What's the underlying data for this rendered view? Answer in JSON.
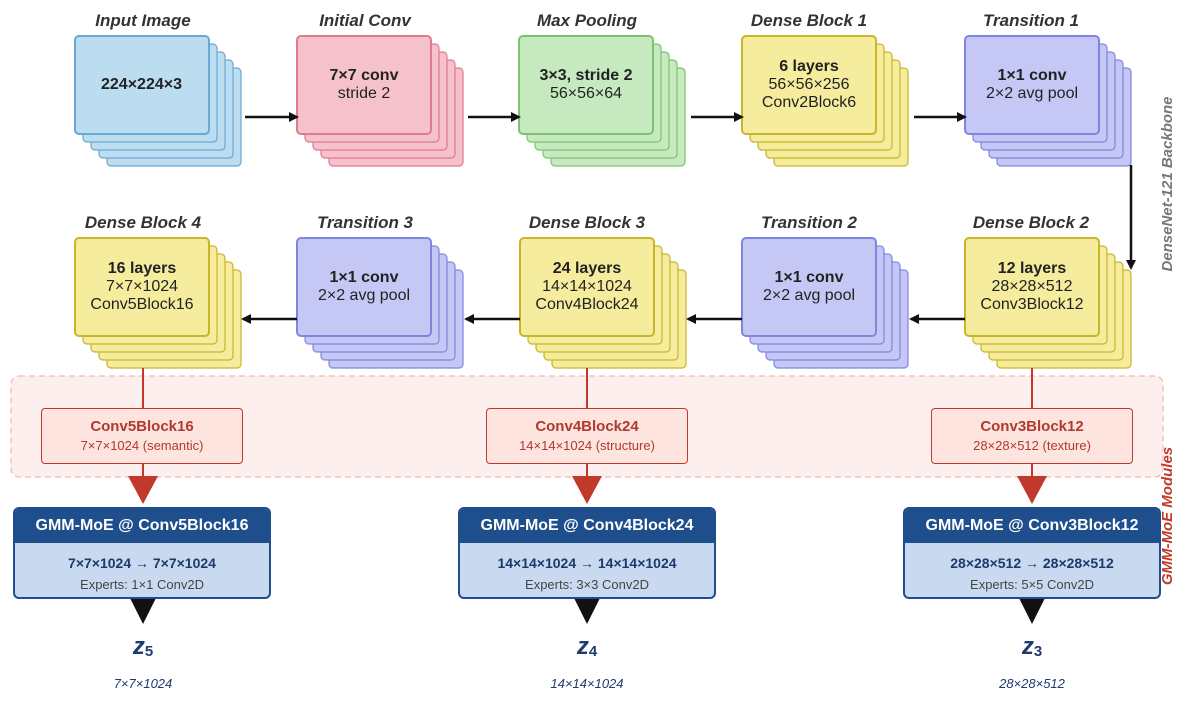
{
  "side_labels": {
    "backbone": "DenseNet-121 Backbone",
    "modules": "GMM-MoE Modules"
  },
  "colors": {
    "blue": "#bcdcf0",
    "pink": "#f5c2cb",
    "green": "#c6e9bf",
    "yellow": "#f5ec9d",
    "purple": "#c5c8f5"
  },
  "blocks": [
    {
      "title": "Input Image",
      "l1": "224×224×3",
      "l2": "",
      "l3": ""
    },
    {
      "title": "Initial Conv",
      "l1": "7×7 conv",
      "l2": "stride 2",
      "l3": ""
    },
    {
      "title": "Max Pooling",
      "l1": "3×3, stride 2",
      "l2": "56×56×64",
      "l3": ""
    },
    {
      "title": "Dense Block 1",
      "l1": "6 layers",
      "l2": "56×56×256",
      "l3": "Conv2Block6"
    },
    {
      "title": "Transition 1",
      "l1": "1×1 conv",
      "l2": "2×2 avg pool",
      "l3": ""
    },
    {
      "title": "Dense Block 4",
      "l1": "16 layers",
      "l2": "7×7×1024",
      "l3": "Conv5Block16"
    },
    {
      "title": "Transition 3",
      "l1": "1×1 conv",
      "l2": "2×2 avg pool",
      "l3": ""
    },
    {
      "title": "Dense Block 3",
      "l1": "24 layers",
      "l2": "14×14×1024",
      "l3": "Conv4Block24"
    },
    {
      "title": "Transition 2",
      "l1": "1×1 conv",
      "l2": "2×2 avg pool",
      "l3": ""
    },
    {
      "title": "Dense Block 2",
      "l1": "12 layers",
      "l2": "28×28×512",
      "l3": "Conv3Block12"
    }
  ],
  "features": [
    {
      "title": "Conv5Block16",
      "sub": "7×7×1024 (semantic)"
    },
    {
      "title": "Conv4Block24",
      "sub": "14×14×1024 (structure)"
    },
    {
      "title": "Conv3Block12",
      "sub": "28×28×512 (texture)"
    }
  ],
  "gmm": [
    {
      "header": "GMM-MoE @ Conv5Block16",
      "dims": "7×7×1024 → 7×7×1024",
      "experts": "Experts: 1×1 Conv2D"
    },
    {
      "header": "GMM-MoE @ Conv4Block24",
      "dims": "14×14×1024 → 14×14×1024",
      "experts": "Experts: 3×3 Conv2D"
    },
    {
      "header": "GMM-MoE @ Conv3Block12",
      "dims": "28×28×512 → 28×28×512",
      "experts": "Experts: 5×5 Conv2D"
    }
  ],
  "outputs": [
    {
      "symbol": "z",
      "sub": "5",
      "dims": "7×7×1024"
    },
    {
      "symbol": "z",
      "sub": "4",
      "dims": "14×14×1024"
    },
    {
      "symbol": "z",
      "sub": "3",
      "dims": "28×28×512"
    }
  ]
}
